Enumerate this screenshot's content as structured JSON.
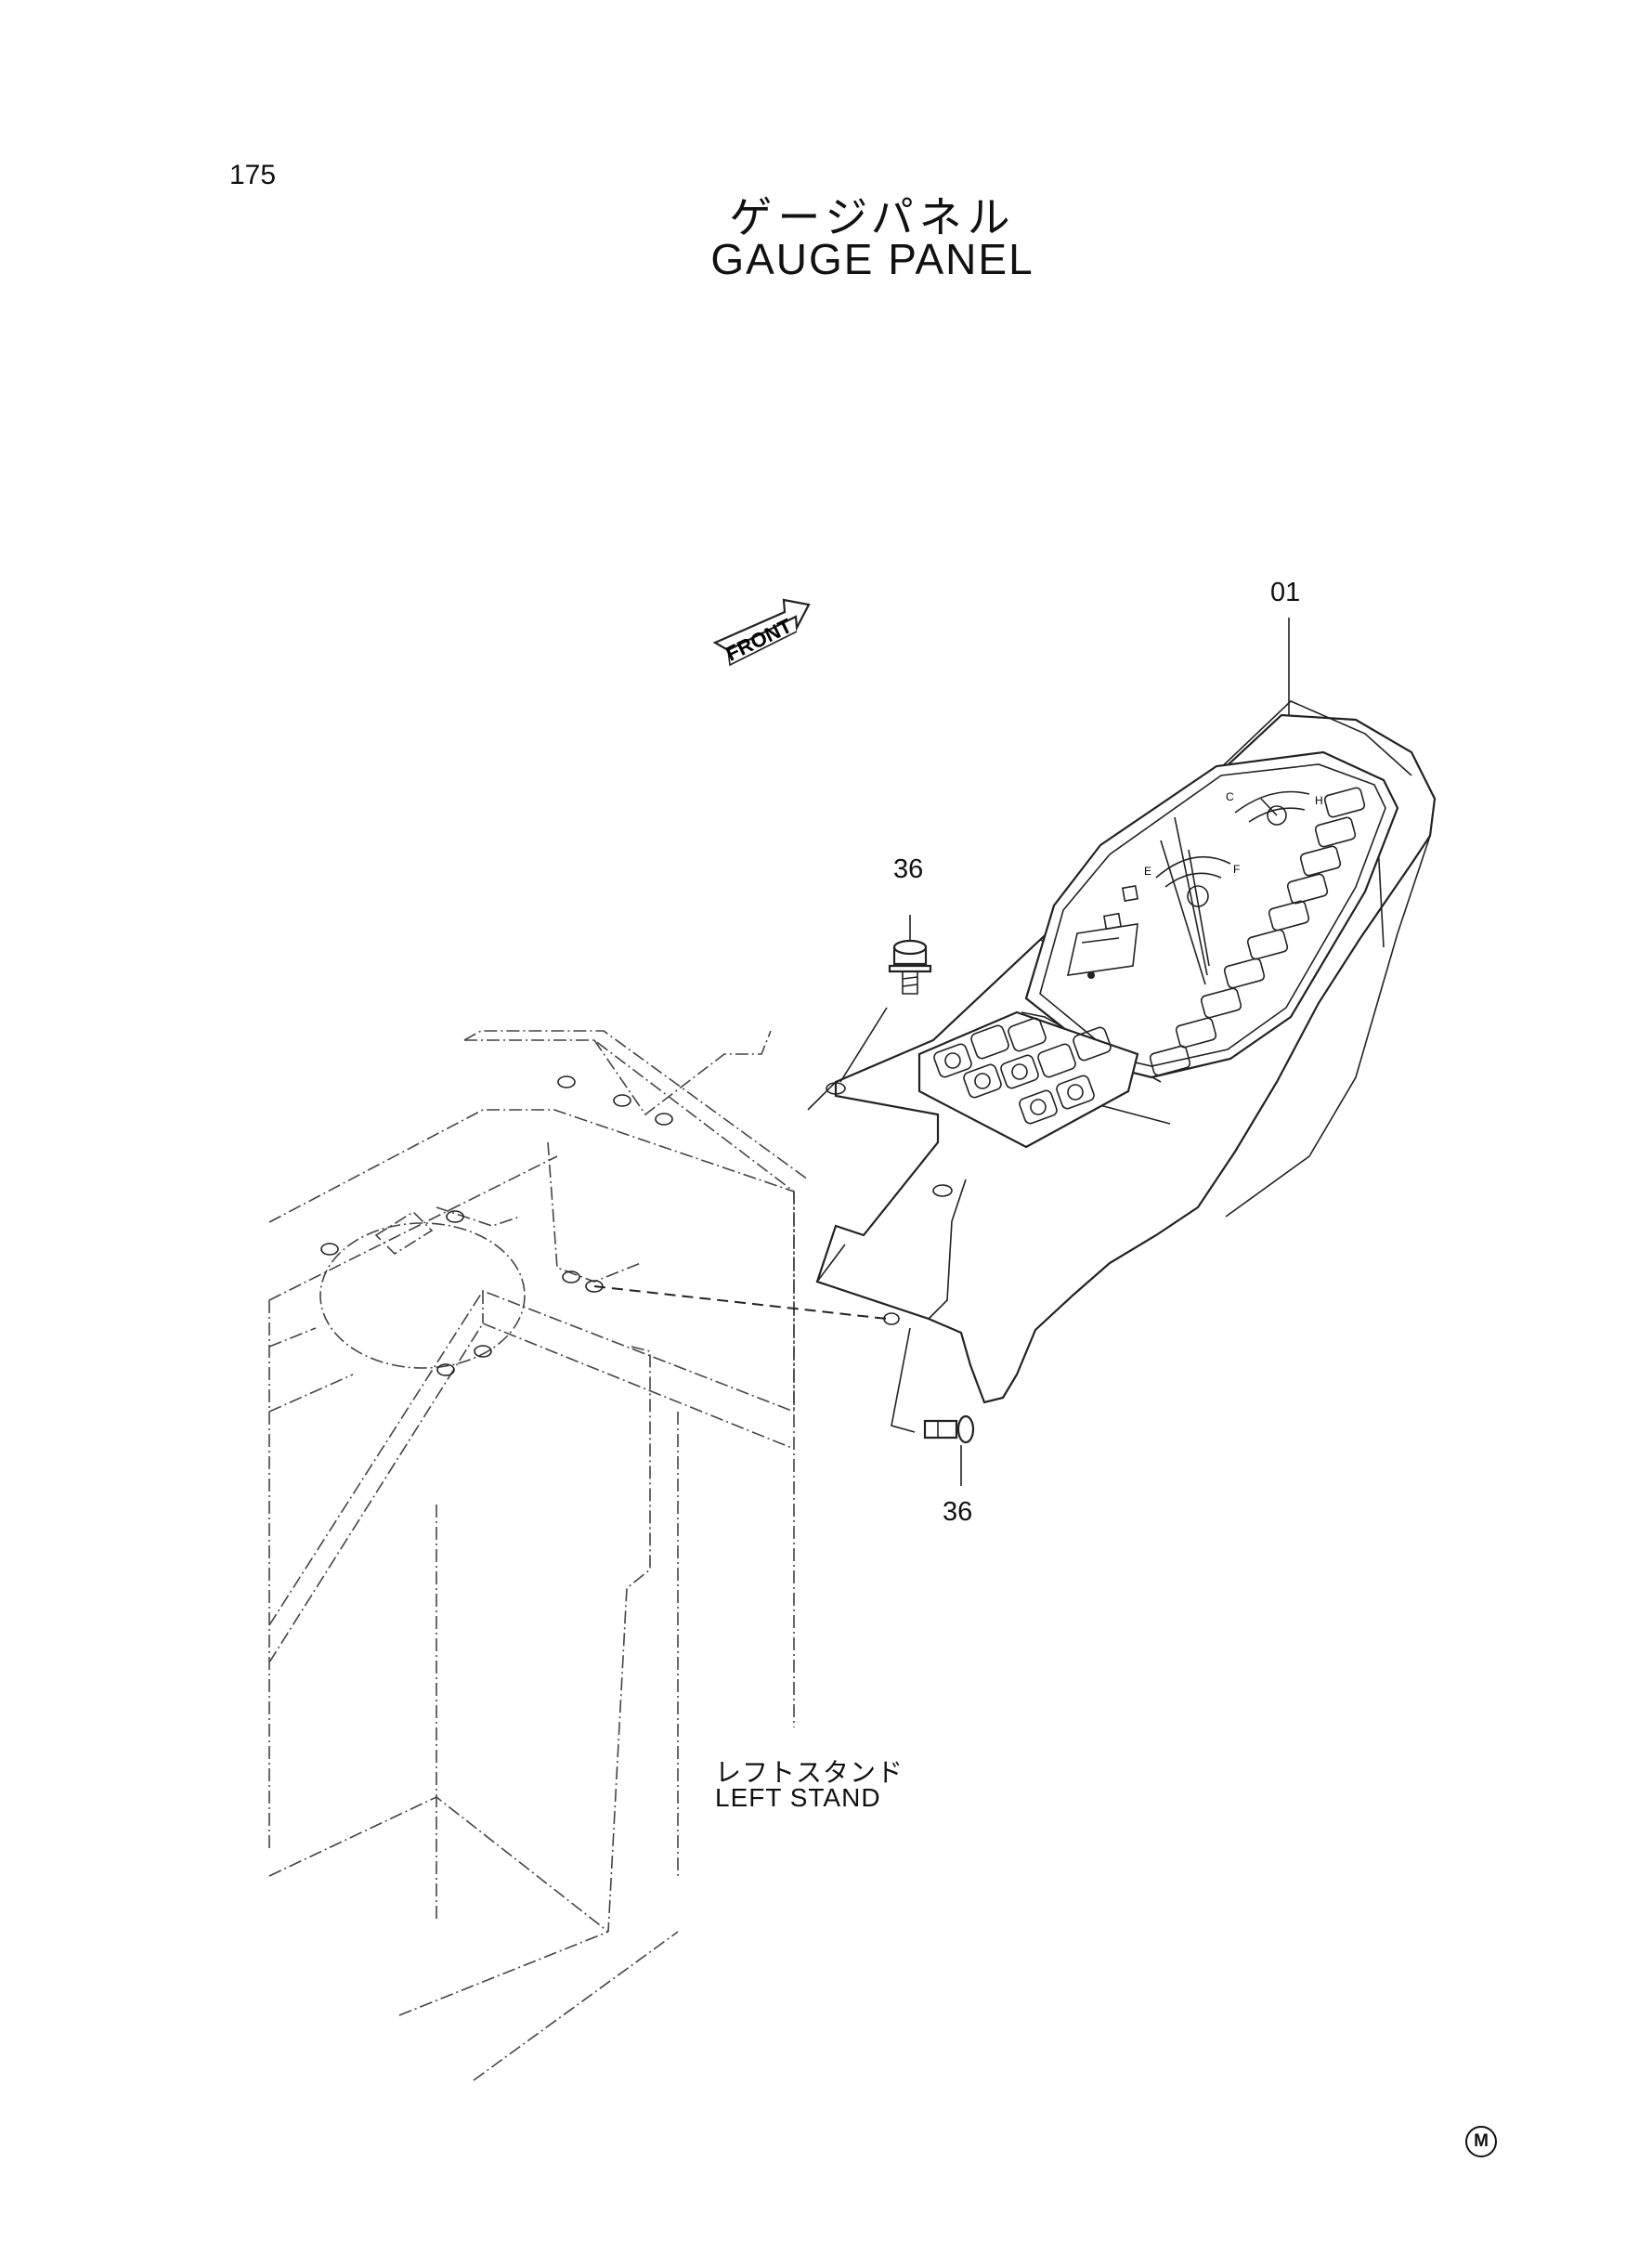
{
  "page_number": "175",
  "title": {
    "japanese": "ゲージパネル",
    "english": "GAUGE PANEL"
  },
  "front_arrow_label": "FRONT",
  "callouts": [
    {
      "id": "part-01",
      "label": "01"
    },
    {
      "id": "part-36-top",
      "label": "36"
    },
    {
      "id": "part-36-bottom",
      "label": "36"
    }
  ],
  "stand_label": {
    "japanese": "レフトスタンド",
    "english": "LEFT STAND"
  },
  "corner_mark": "M",
  "gauge_letters": {
    "c": "C",
    "h": "H",
    "e": "E",
    "f": "F"
  }
}
